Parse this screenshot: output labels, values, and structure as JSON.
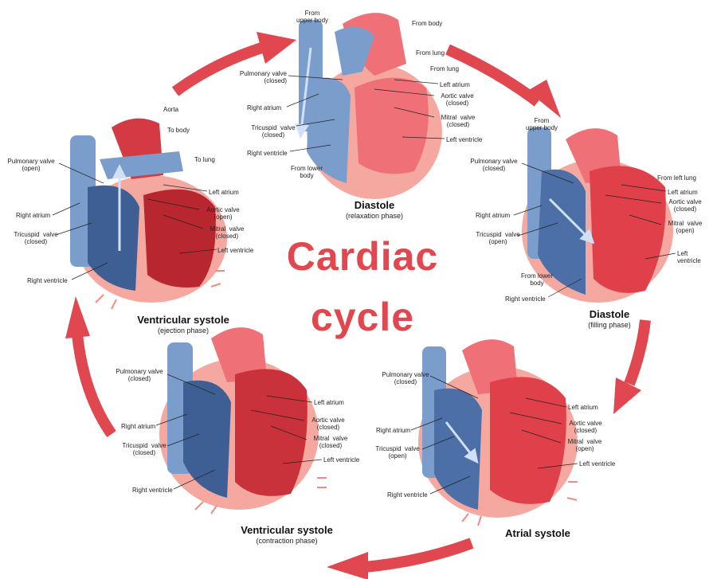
{
  "title": {
    "line1": "Cardiac",
    "line2": "cycle"
  },
  "colors": {
    "red_accent": "#e0474f",
    "blue_vessel": "#7b9dcc",
    "blue_dark": "#3e5f93",
    "pink_wall": "#f5a8a0",
    "red_chamber": "#d33a43",
    "pink_chamber": "#f07077"
  },
  "stages": {
    "top": {
      "title": "Diastole",
      "subtitle": "(relaxation phase)",
      "labels": {
        "from_upper_body": "From\nupper body",
        "from_body": "From body",
        "from_lung": "From lung",
        "from_lung2": "From lung",
        "pulmonary_valve": "Pulmonary valve\n(closed)",
        "left_atrium": "Left atrium",
        "aortic_valve": "Aortic valve\n(closed)",
        "right_atrium": "Right atrium",
        "mitral_valve": "Mitral  valve\n(closed)",
        "tricuspid_valve": "Tricuspid  valve\n(closed)",
        "left_ventricle": "Left ventricle",
        "right_ventricle": "Right ventricle",
        "from_lower_body": "From lower\nbody"
      }
    },
    "right": {
      "title": "Diastole",
      "subtitle": "(filling phase)",
      "labels": {
        "from_upper_body": "From\nupper body",
        "pulmonary_valve": "Pulmonary valve\n(closed)",
        "from_left_lung": "From left lung",
        "left_atrium": "Left atrium",
        "aortic_valve": "Aortic valve\n(closed)",
        "right_atrium": "Right atrium",
        "mitral_valve": "Mitral  valve\n(open)",
        "tricuspid_valve": "Tricuspid  valve\n(open)",
        "left_ventricle": "Left ventricle",
        "from_lower_body": "From lower\nbody",
        "right_ventricle": "Right ventricle"
      }
    },
    "bottom_right": {
      "title": "Atrial  systole",
      "labels": {
        "pulmonary_valve": "Pulmonary valve\n(closed)",
        "left_atrium": "Left atrium",
        "aortic_valve": "Aortic valve\n(closed)",
        "right_atrium": "Right atrium",
        "mitral_valve": "Mitral  valve\n(open)",
        "tricuspid_valve": "Tricuspid  valve\n(open)",
        "left_ventricle": "Left ventricle",
        "right_ventricle": "Right ventricle"
      }
    },
    "bottom_left": {
      "title": "Ventricular systole",
      "subtitle": "(contraction phase)",
      "labels": {
        "pulmonary_valve": "Pulmonary valve\n(closed)",
        "left_atrium": "Left atrium",
        "aortic_valve": "Aortic valve\n(closed)",
        "right_atrium": "Right atrium",
        "mitral_valve": "Mitral  valve\n(closed)",
        "tricuspid_valve": "Tricuspid  valve\n(closed)",
        "left_ventricle": "Left ventricle",
        "right_ventricle": "Right ventricle"
      }
    },
    "left": {
      "title": "Ventricular systole",
      "subtitle": "(ejection phase)",
      "labels": {
        "aorta": "Aorta",
        "to_body": "To body",
        "to_lung": "To lung",
        "pulmonary_valve": "Pulmonary valve\n(open)",
        "left_atrium": "Left atrium",
        "aortic_valve": "Aortic valve\n(open)",
        "right_atrium": "Right atrium",
        "mitral_valve": "Mitral  valve\n(closed)",
        "tricuspid_valve": "Tricuspid  valve\n(closed)",
        "left_ventricle": "Left ventricle",
        "right_ventricle": "Right ventricle"
      }
    }
  }
}
